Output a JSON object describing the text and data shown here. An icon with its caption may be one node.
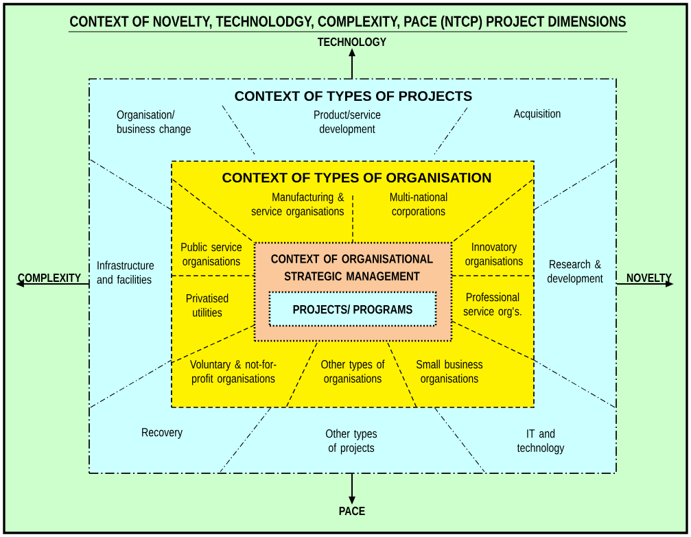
{
  "diagram": {
    "title": "CONTEXT OF NOVELTY, TECHNOLODGY, COMPLEXITY, PACE (NTCP) PROJECT DIMENSIONS",
    "nodes": [
      {
        "text": [
          "TECHNOLOGY"
        ]
      },
      {
        "text": [
          "COMPLEXITY"
        ]
      },
      {
        "text": [
          "NOVELTY"
        ]
      },
      {
        "text": [
          "PACE"
        ]
      },
      {
        "text": [
          "CONTEXT OF TYPES OF PROJECTS"
        ]
      },
      {
        "text": [
          "CONTEXT OF TYPES OF ORGANISATION"
        ],
        "in": 4
      },
      {
        "text": [
          "CONTEXT OF ORGANISATIONAL STRATEGIC MANAGEMENT"
        ],
        "in": 5
      },
      {
        "text": [
          "PROJECTS/ PROGRAMS"
        ],
        "in": 6
      }
    ],
    "edges": [
      {
        "from": 4,
        "to": 0,
        "arrow": "to"
      },
      {
        "from": 4,
        "to": 1,
        "arrow": "to"
      },
      {
        "from": 4,
        "to": 2,
        "arrow": "to"
      },
      {
        "from": 4,
        "to": 3,
        "arrow": "to"
      }
    ],
    "labels": [
      "Organisation/ business change",
      "Product/service development",
      "Acquisition",
      "Manufacturing & service organisations",
      "Multi-national corporations",
      "Public service organisations",
      "Innovatory organisations",
      "Infrastructure and facilities",
      "Research & development",
      "Privatised utilities",
      "Professional service org's.",
      "Voluntary & not-for-profit organisations",
      "Other types of organisations",
      "Small business organisations",
      "Recovery",
      "Other types of projects",
      "IT and technology"
    ]
  }
}
